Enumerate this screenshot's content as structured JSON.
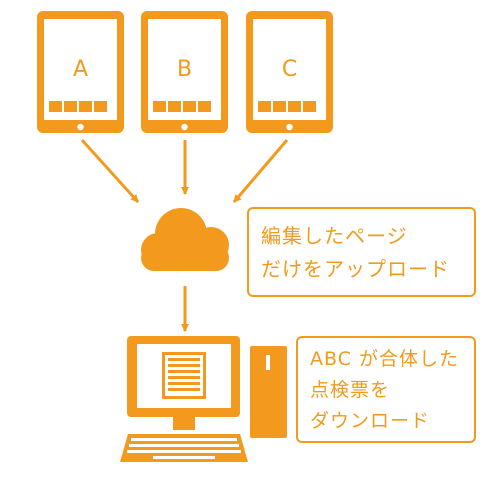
{
  "colors": {
    "accent": "#F39A1E",
    "background": "#FFFFFF"
  },
  "tablets": [
    {
      "label": "A"
    },
    {
      "label": "B"
    },
    {
      "label": "C"
    }
  ],
  "icons": {
    "tablet": "tablet-icon",
    "cloud": "cloud-icon",
    "computer": "desktop-computer-icon",
    "document": "document-icon"
  },
  "notes": {
    "upload": {
      "lines": [
        "編集したページ",
        "だけをアップロード"
      ]
    },
    "download": {
      "lines": [
        "ABC が合体した",
        "点検票を",
        "ダウンロード"
      ]
    }
  }
}
